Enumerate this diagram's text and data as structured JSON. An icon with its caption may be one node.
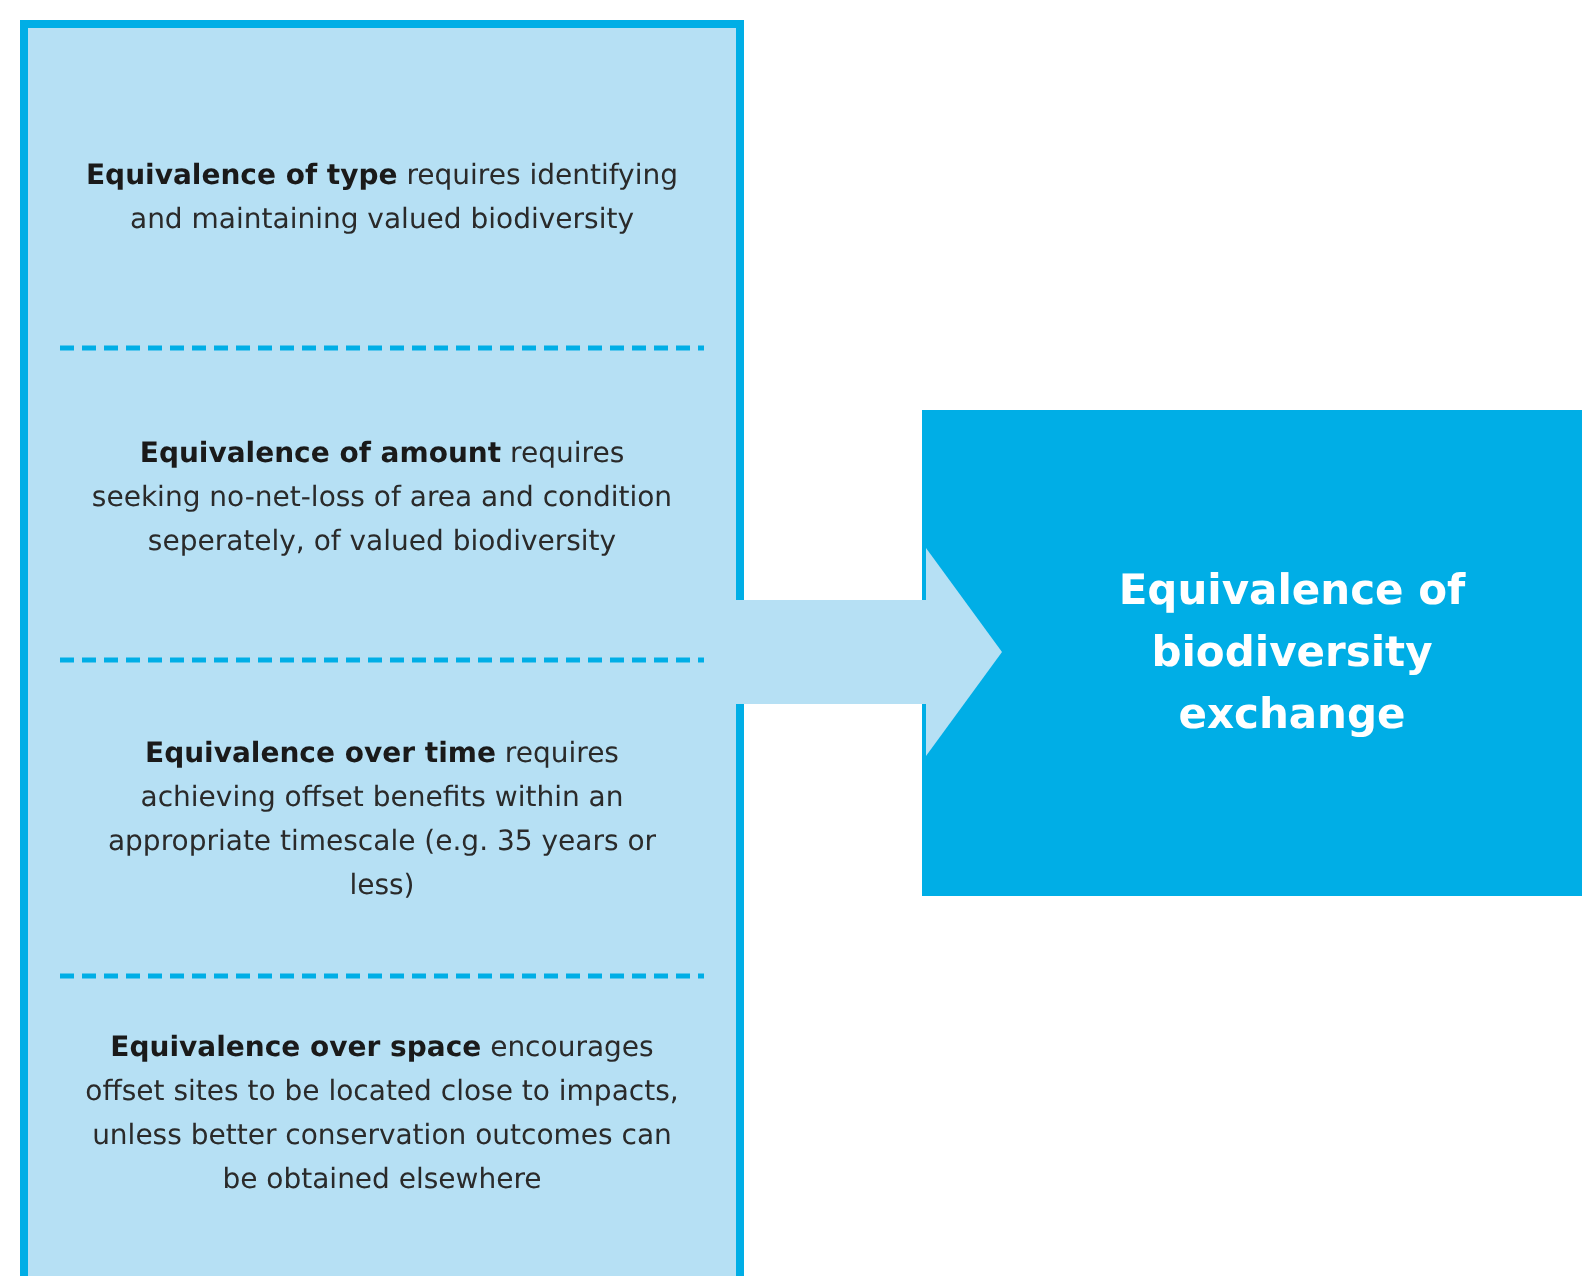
{
  "diagram": {
    "nodes": [
      {
        "text": [],
        "shape": "box"
      },
      {
        "text": [
          "**Equivalence of type** requires identifying and maintaining valued biodiversity"
        ],
        "in": 0
      },
      {
        "text": [
          "**Equivalence of amount** requires seeking no-net-loss of area and condition seperately, of valued biodiversity"
        ],
        "in": 0
      },
      {
        "text": [
          "**Equivalence over time** requires achieving offset benefits within an appropriate timescale (e.g. 35 years or less)"
        ],
        "in": 0
      },
      {
        "text": [
          "**Equivalence over space** encourages offset sites to be located close to impacts, unless better conservation outcomes can be obtained elsewhere"
        ],
        "in": 0
      },
      {
        "text": [
          "Equivalence of biodiversity exchange"
        ]
      }
    ],
    "edges": [
      {
        "from": 0,
        "to": 5,
        "arrow": "to"
      }
    ]
  }
}
